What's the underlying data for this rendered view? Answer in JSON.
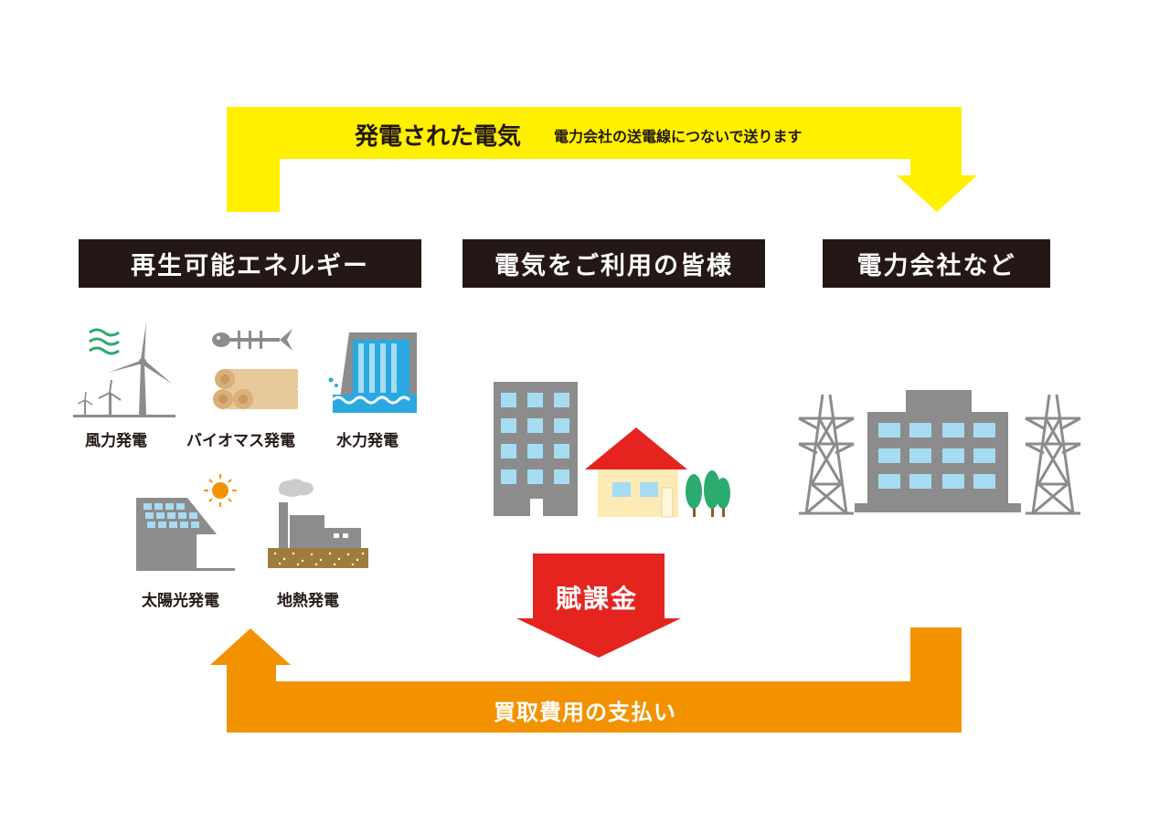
{
  "colors": {
    "yellow_arrow": "#fff000",
    "orange_arrow": "#f39200",
    "red_arrow": "#e52420",
    "header_bg": "#231815",
    "building_gray": "#8c8c8c",
    "window_blue": "#a6dcf2",
    "roof_red": "#e52420",
    "tree_green": "#2bab6f",
    "wood_tan": "#e8c99a"
  },
  "top_flow": {
    "main": "発電された電気",
    "sub": "電力会社の送電線につないで送ります"
  },
  "headers": {
    "renewable": "再生可能エネルギー",
    "customers": "電気をご利用の皆様",
    "utility": "電力会社など"
  },
  "renewables": {
    "wind": "風力発電",
    "biomass": "バイオマス発電",
    "hydro": "水力発電",
    "solar": "太陽光発電",
    "geothermal": "地熱発電"
  },
  "levy": "賦課金",
  "bottom_flow": "買取費用の支払い"
}
